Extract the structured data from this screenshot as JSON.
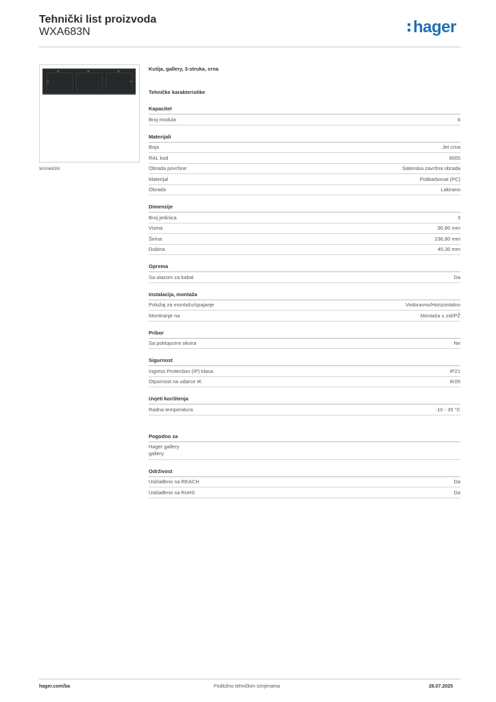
{
  "header": {
    "title": "Tehnički list proizvoda",
    "code": "WXA683N",
    "logo_text": "hager",
    "logo_color": "#1f6fb4"
  },
  "image": {
    "caption": "WXA683N"
  },
  "product": {
    "name": "Kutija, gallery, 3-struka, crna",
    "tech_heading": "Tehničke karakteristike"
  },
  "sections": [
    {
      "title": "Kapacitet",
      "rows": [
        {
          "label": "Broj modula",
          "value": "6"
        }
      ]
    },
    {
      "title": "Materijali",
      "rows": [
        {
          "label": "Boja",
          "value": "Jet crna"
        },
        {
          "label": "RAL kod",
          "value": "9005"
        },
        {
          "label": "Obrada površine",
          "value": "Satenska završna obrada"
        },
        {
          "label": "Materijal",
          "value": "Polikarbonat (PC)"
        },
        {
          "label": "Obrada",
          "value": "Lakirano"
        }
      ]
    },
    {
      "title": "Dimenzije",
      "rows": [
        {
          "label": "Broj jedinica",
          "value": "3"
        },
        {
          "label": "Visina",
          "value": "90,80 mm"
        },
        {
          "label": "Širina",
          "value": "236,80 mm"
        },
        {
          "label": "Dubina",
          "value": "45,30 mm"
        }
      ]
    },
    {
      "title": "Oprema",
      "rows": [
        {
          "label": "Sa ulazom za kabal",
          "value": "Da"
        }
      ]
    },
    {
      "title": "Instalacija, montaža",
      "rows": [
        {
          "label": "Položaj za montažu/spajanje",
          "value": "Vodoravno/Horizontalno"
        },
        {
          "label": "Montiranje na",
          "value": "Montaža u zid/PŽ"
        }
      ]
    },
    {
      "title": "Pribor",
      "rows": [
        {
          "label": "Sa poklopcem okvira",
          "value": "Ne"
        }
      ]
    },
    {
      "title": "Sigurnost",
      "rows": [
        {
          "label": "Ingress Protection (IP) klasa",
          "value": "IP21"
        },
        {
          "label": "Otpornost na udarce IK",
          "value": "IK05"
        }
      ]
    },
    {
      "title": "Uvjeti korištenja",
      "rows": [
        {
          "label": "Radna temperatura",
          "value": "-10 - 35 °C"
        }
      ]
    }
  ],
  "pogodno": {
    "title": "Pogodno za",
    "line1": "Hager gallery",
    "line2": "gallery"
  },
  "odrzivost": {
    "title": "Održivost",
    "rows": [
      {
        "label": "Usklađeno sa REACH",
        "value": "Da"
      },
      {
        "label": "Usklađeno sa RoHS",
        "value": "Da"
      }
    ]
  },
  "footer": {
    "website": "hager.com/ba",
    "notice": "Podložno tehničkim izmjenama",
    "date": "28.07.2025"
  }
}
